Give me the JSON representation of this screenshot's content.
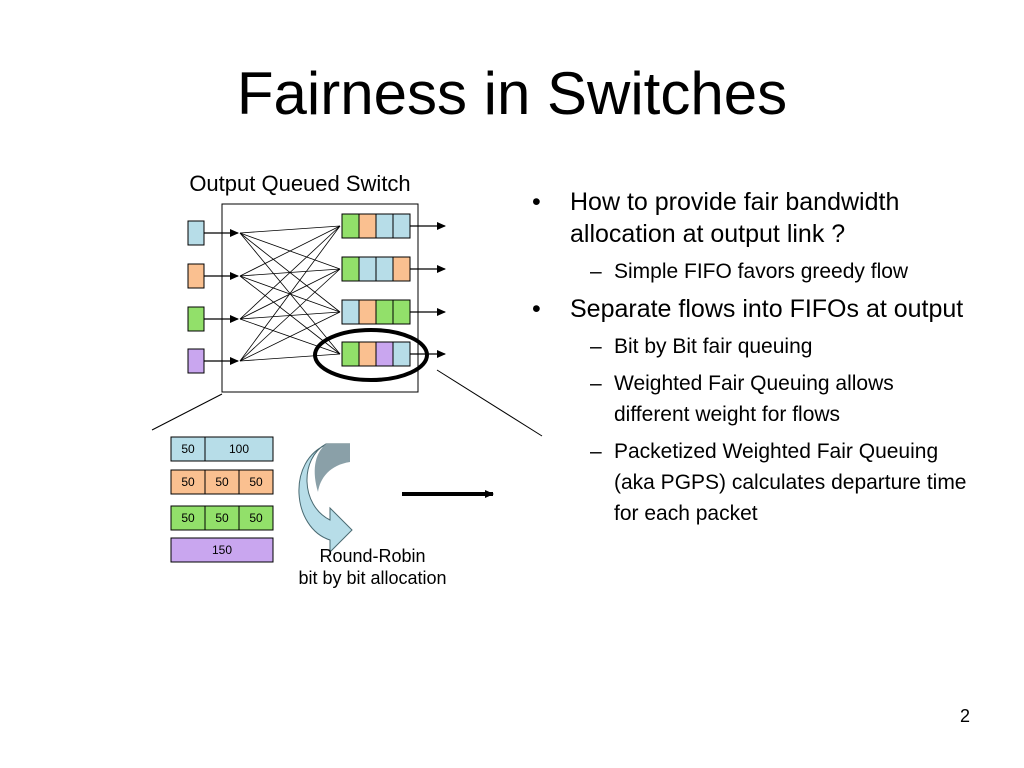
{
  "title": "Fairness in Switches",
  "diagram": {
    "caption": "Output Queued Switch",
    "colors": {
      "blue": "#b7dde8",
      "orange": "#fac090",
      "green": "#92e06a",
      "purple": "#c9a6ef",
      "arrow_fill": "#b7dde8",
      "arrow_shade": "#8aa0a8"
    },
    "input_queue_colors": [
      "blue",
      "orange",
      "green",
      "purple"
    ],
    "output_queues": [
      [
        "green",
        "orange",
        "blue",
        "blue"
      ],
      [
        "green",
        "blue",
        "blue",
        "orange"
      ],
      [
        "blue",
        "orange",
        "green",
        "green"
      ],
      [
        "green",
        "orange",
        "purple",
        "blue"
      ]
    ],
    "flow_packets": [
      [
        {
          "label": "50",
          "color": "blue",
          "size": 50
        },
        {
          "label": "100",
          "color": "blue",
          "size": 100
        }
      ],
      [
        {
          "label": "50",
          "color": "orange",
          "size": 50
        },
        {
          "label": "50",
          "color": "orange",
          "size": 50
        },
        {
          "label": "50",
          "color": "orange",
          "size": 50
        }
      ],
      [
        {
          "label": "50",
          "color": "green",
          "size": 50
        },
        {
          "label": "50",
          "color": "green",
          "size": 50
        },
        {
          "label": "50",
          "color": "green",
          "size": 50
        }
      ],
      [
        {
          "label": "150",
          "color": "purple",
          "size": 150
        }
      ]
    ],
    "rr_caption_line1": "Round-Robin",
    "rr_caption_line2": "bit by bit allocation"
  },
  "bullets": {
    "b1": "How to provide fair bandwidth allocation at output link ?",
    "b1_1": "Simple FIFO favors greedy flow",
    "b2": "Separate flows into FIFOs at output",
    "b2_1": "Bit by Bit fair queuing",
    "b2_2": "Weighted Fair Queuing allows different weight for flows",
    "b2_3": "Packetized Weighted Fair Queuing (aka PGPS) calculates departure time for each packet",
    "bullet_mark": "•",
    "dash_mark": "–"
  },
  "page_number": "2"
}
